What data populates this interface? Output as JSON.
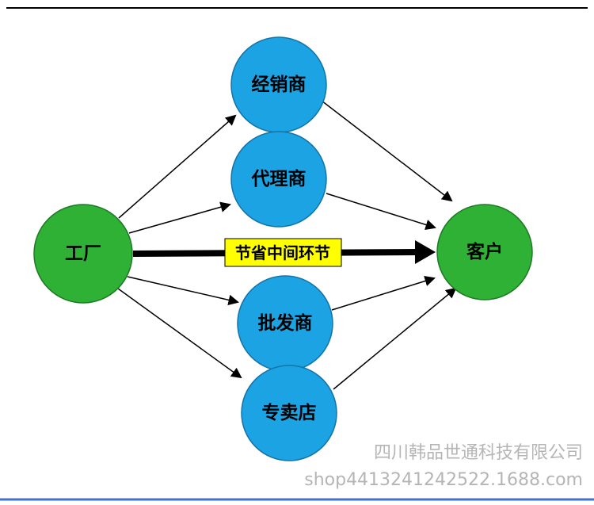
{
  "diagram": {
    "factory": {
      "label": "工厂"
    },
    "customer": {
      "label": "客户"
    },
    "middlemen": [
      {
        "label": "经销商"
      },
      {
        "label": "代理商"
      },
      {
        "label": "批发商"
      },
      {
        "label": "专卖店"
      }
    ],
    "shortcut_label": "节省中间环节",
    "colors": {
      "node_green": "#2eb135",
      "node_blue": "#1ba3e3",
      "banner_yellow": "#ffff00",
      "arrow_black": "#000000",
      "bottom_line_blue": "#4472c4"
    }
  },
  "watermark": {
    "company": "四川韩品世通科技有限公司",
    "url": "shop4413241242522.1688.com"
  }
}
